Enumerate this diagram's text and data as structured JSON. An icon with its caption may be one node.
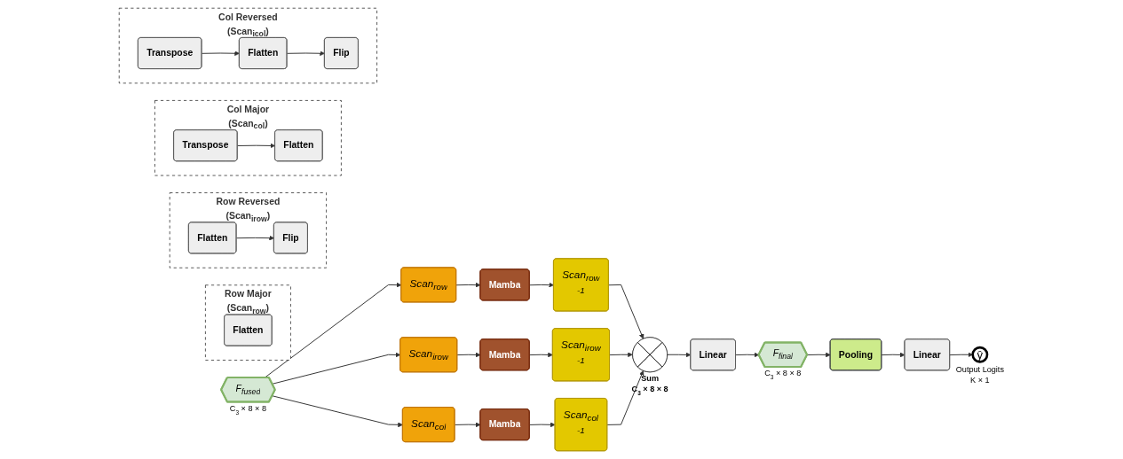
{
  "diagram": {
    "nodes": [
      {
        "text": [
          "Row Major",
          "(Scan$_{row}$)"
        ]
      },
      {
        "text": [
          "Flatten"
        ],
        "in": 0
      },
      {
        "text": [
          "Row Reversed",
          "(Scan$_{irow}$)"
        ]
      },
      {
        "text": [
          "Flatten"
        ],
        "in": 2
      },
      {
        "text": [
          "Flip"
        ],
        "in": 2
      },
      {
        "text": [
          "Col Major",
          "(Scan$_{col}$)"
        ]
      },
      {
        "text": [
          "Transpose"
        ],
        "in": 5
      },
      {
        "text": [
          "Flatten"
        ],
        "in": 5
      },
      {
        "text": [
          "Col Reversed",
          "(Scan$_{icol}$)"
        ]
      },
      {
        "text": [
          "Transpose"
        ],
        "in": 8
      },
      {
        "text": [
          "Flatten"
        ],
        "in": 8
      },
      {
        "text": [
          "Flip"
        ],
        "in": 8
      },
      {
        "text": [
          "F$_{fused}$"
        ],
        "beside": [
          "C$_{3}$ × 8 × 8"
        ]
      },
      {
        "text": [
          "Scan$_{row}$"
        ]
      },
      {
        "text": [
          "Mamba"
        ]
      },
      {
        "text": [
          "Scan$_{row}$",
          "-1"
        ]
      },
      {
        "text": [
          "Scan$_{irow}$"
        ]
      },
      {
        "text": [
          "Mamba"
        ]
      },
      {
        "text": [
          "Scan$_{irow}$",
          "-1"
        ]
      },
      {
        "text": [
          "Scan$_{col}$"
        ]
      },
      {
        "text": [
          "Mamba"
        ]
      },
      {
        "text": [
          "Scan$_{col}$",
          "-1"
        ]
      },
      {
        "text": [],
        "shape": "circle",
        "beside": [
          "Sum",
          "C$_{3}$ × 8 × 8"
        ]
      },
      {
        "text": [
          "Linear"
        ]
      },
      {
        "text": [
          "F$_{final}$"
        ],
        "beside": [
          "C$_{3}$ × 8 × 8"
        ]
      },
      {
        "text": [
          "Pooling"
        ]
      },
      {
        "text": [
          "Linear"
        ]
      },
      {
        "text": [
          "ŷ"
        ],
        "beside": [
          "Output Logits",
          "K × 1"
        ]
      }
    ],
    "edges": [
      {
        "from": 3,
        "to": 4,
        "arrow": "to"
      },
      {
        "from": 6,
        "to": 7,
        "arrow": "to"
      },
      {
        "from": 9,
        "to": 10,
        "arrow": "to"
      },
      {
        "from": 10,
        "to": 11,
        "arrow": "to"
      },
      {
        "from": 12,
        "to": 13,
        "arrow": "to"
      },
      {
        "from": 12,
        "to": 16,
        "arrow": "to"
      },
      {
        "from": 12,
        "to": 19,
        "arrow": "to"
      },
      {
        "from": 13,
        "to": 14,
        "arrow": "to"
      },
      {
        "from": 14,
        "to": 15,
        "arrow": "to"
      },
      {
        "from": 16,
        "to": 17,
        "arrow": "to"
      },
      {
        "from": 17,
        "to": 18,
        "arrow": "to"
      },
      {
        "from": 19,
        "to": 20,
        "arrow": "to"
      },
      {
        "from": 20,
        "to": 21,
        "arrow": "to"
      },
      {
        "from": 15,
        "to": 22,
        "arrow": "to"
      },
      {
        "from": 18,
        "to": 22,
        "arrow": "to"
      },
      {
        "from": 21,
        "to": 22,
        "arrow": "to"
      },
      {
        "from": 22,
        "to": 23,
        "arrow": "to"
      },
      {
        "from": 23,
        "to": 24,
        "arrow": "to"
      },
      {
        "from": 24,
        "to": 25,
        "arrow": "to"
      },
      {
        "from": 25,
        "to": 26,
        "arrow": "to"
      },
      {
        "from": 26,
        "to": 27,
        "arrow": "to"
      }
    ]
  }
}
